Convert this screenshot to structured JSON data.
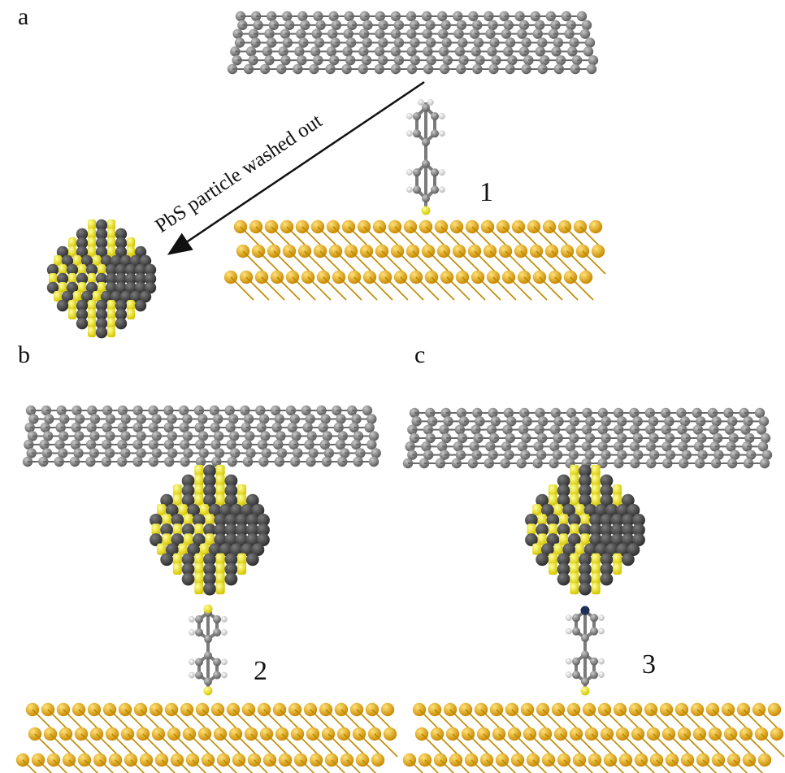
{
  "panels": [
    {
      "letter": "a",
      "molecule_number": "1",
      "has_particle_on_molecule": false
    },
    {
      "letter": "b",
      "molecule_number": "2",
      "has_particle_on_molecule": true
    },
    {
      "letter": "c",
      "molecule_number": "3",
      "has_particle_on_molecule": true
    }
  ],
  "arrow_label": "PbS particle washed out",
  "colors": {
    "graphene": "#7a7a7a",
    "gold": "#e0a800",
    "sulfur": "#f2e600",
    "lead": "#4a4a4a",
    "hydrogen": "#e8e8e8",
    "nitrogen": "#1f2f5a"
  }
}
